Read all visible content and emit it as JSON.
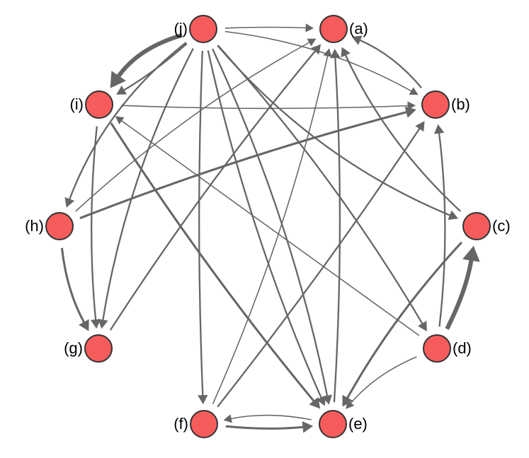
{
  "diagram": {
    "type": "directed-graph",
    "colors": {
      "node_fill": "#f75c5c",
      "node_stroke": "#333333",
      "edge": "#666666"
    },
    "nodes": [
      {
        "id": "a",
        "label": "(a)"
      },
      {
        "id": "b",
        "label": "(b)"
      },
      {
        "id": "c",
        "label": "(c)"
      },
      {
        "id": "d",
        "label": "(d)"
      },
      {
        "id": "e",
        "label": "(e)"
      },
      {
        "id": "f",
        "label": "(f)"
      },
      {
        "id": "g",
        "label": "(g)"
      },
      {
        "id": "h",
        "label": "(h)"
      },
      {
        "id": "i",
        "label": "(i)"
      },
      {
        "id": "j",
        "label": "(j)"
      }
    ],
    "edges": [
      {
        "from": "j",
        "to": "i",
        "weight": 7
      },
      {
        "from": "j",
        "to": "i",
        "weight": 2
      },
      {
        "from": "j",
        "to": "a",
        "weight": 1
      },
      {
        "from": "j",
        "to": "b",
        "weight": 1
      },
      {
        "from": "j",
        "to": "c",
        "weight": 2
      },
      {
        "from": "j",
        "to": "e",
        "weight": 2
      },
      {
        "from": "j",
        "to": "e",
        "weight": 2
      },
      {
        "from": "j",
        "to": "f",
        "weight": 2
      },
      {
        "from": "j",
        "to": "g",
        "weight": 2
      },
      {
        "from": "j",
        "to": "h",
        "weight": 2
      },
      {
        "from": "j",
        "to": "d",
        "weight": 2
      },
      {
        "from": "i",
        "to": "b",
        "weight": 1
      },
      {
        "from": "i",
        "to": "e",
        "weight": 3
      },
      {
        "from": "i",
        "to": "g",
        "weight": 2
      },
      {
        "from": "h",
        "to": "b",
        "weight": 3
      },
      {
        "from": "h",
        "to": "a",
        "weight": 1
      },
      {
        "from": "h",
        "to": "g",
        "weight": 3
      },
      {
        "from": "b",
        "to": "a",
        "weight": 2
      },
      {
        "from": "c",
        "to": "a",
        "weight": 2
      },
      {
        "from": "d",
        "to": "c",
        "weight": 7
      },
      {
        "from": "d",
        "to": "b",
        "weight": 2
      },
      {
        "from": "d",
        "to": "i",
        "weight": 1
      },
      {
        "from": "d",
        "to": "e",
        "weight": 1
      },
      {
        "from": "c",
        "to": "e",
        "weight": 3
      },
      {
        "from": "e",
        "to": "a",
        "weight": 2
      },
      {
        "from": "e",
        "to": "f",
        "weight": 1
      },
      {
        "from": "f",
        "to": "e",
        "weight": 3
      },
      {
        "from": "f",
        "to": "a",
        "weight": 1
      },
      {
        "from": "f",
        "to": "b",
        "weight": 2
      },
      {
        "from": "g",
        "to": "a",
        "weight": 2
      }
    ]
  }
}
